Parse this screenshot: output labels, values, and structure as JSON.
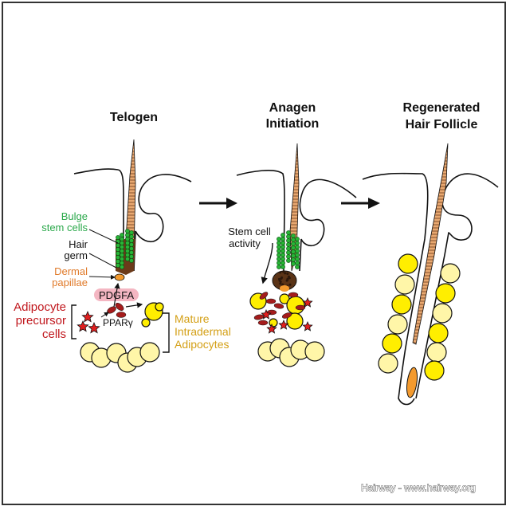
{
  "panels": [
    {
      "id": "telogen",
      "title_lines": [
        "Telogen"
      ]
    },
    {
      "id": "anagen",
      "title_lines": [
        "Anagen",
        "Initiation"
      ]
    },
    {
      "id": "regenerated",
      "title_lines": [
        "Regenerated",
        "Hair Follicle"
      ]
    }
  ],
  "labels": {
    "bulge": [
      "Bulge",
      "stem cells"
    ],
    "hair_germ": [
      "Hair",
      "germ"
    ],
    "dermal_papillae": [
      "Dermal",
      "papillae"
    ],
    "pdgfa": "PDGFA",
    "adipocyte_precursor": [
      "Adipocyte",
      "precursor",
      "cells"
    ],
    "ppar": "PPARγ",
    "mature_adipocytes": [
      "Mature",
      "Intradermal",
      "Adipocytes"
    ],
    "stem_cell_activity": [
      "Stem cell",
      "activity"
    ]
  },
  "colors": {
    "bulge_green": "#2aa84a",
    "dermal_orange": "#e07a2a",
    "precursor_red": "#c0161c",
    "mature_gold": "#d4a017",
    "hair_shaft": "#e8a870",
    "pdgfa_pink": "#f4b6c2",
    "yellow_bright": "#ffee00",
    "yellow_pale": "#fff6a8"
  },
  "watermark": "Hairway - www.hairway.org"
}
